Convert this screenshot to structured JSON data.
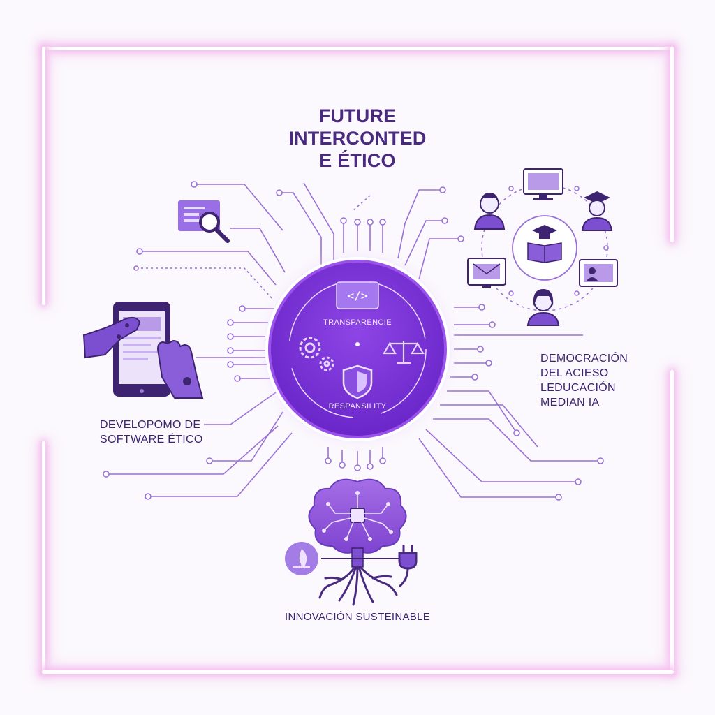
{
  "title": {
    "line1": "FUTURE",
    "line2": "INTERCONTED",
    "line3": "E ÉTICO"
  },
  "hub": {
    "top_label": "TRANSPARENCIE",
    "bottom_label": "RESPANSILITY",
    "icons": [
      "code-icon",
      "gears-icon",
      "scales-icon",
      "shield-icon"
    ]
  },
  "left_node": {
    "line1": "DEVELOPOMO DE",
    "line2": "SOFTWARE ÉTICO",
    "icons": [
      "document-search-icon",
      "tablet-robot-hand-icon"
    ]
  },
  "right_node": {
    "line1": "DEMOCRACIÓN",
    "line2": "DEL ACIESO",
    "line3": "LEDUCACIÓN",
    "line4": "MEDIAN IA",
    "icons": [
      "student-icon",
      "graduate-icon",
      "book-icon",
      "email-icon",
      "monitor-book-icon",
      "tablet-user-icon"
    ]
  },
  "bottom_node": {
    "label": "INNOVACIÓN SUSTEINABLE",
    "icons": [
      "circuit-tree-icon",
      "leaf-icon",
      "plug-icon"
    ]
  },
  "colors": {
    "primary": "#7b3fd6",
    "dark": "#4a2a80",
    "line": "#9a6fd8",
    "frame_glow": "#f2b6ec",
    "hub_inner": "#7a33d8"
  }
}
